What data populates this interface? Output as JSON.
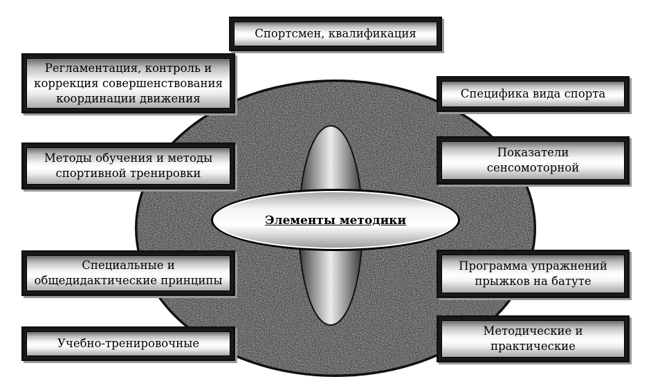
{
  "center_title": "Элементы методики",
  "boxes": {
    "top": "Спортсмен, квалификация",
    "left1": "Регламентация, контроль и\nкоррекция совершенствования\nкоординации движения",
    "left2": "Методы обучения и методы\nспортивной тренировки",
    "left3": "Специальные и\nобщедидактические принципы",
    "left4": "Учебно-тренировочные",
    "right1": "Специфика вида спорта",
    "right2": "Показатели\nсенсомоторной",
    "right3": "Программа упражнений\nпрыжков на батуте",
    "right4": "Методические и\nпрактические"
  },
  "colors": {
    "speckle_background": "#c8c8c8",
    "box_frame": "#111111",
    "outline": "#000000"
  }
}
